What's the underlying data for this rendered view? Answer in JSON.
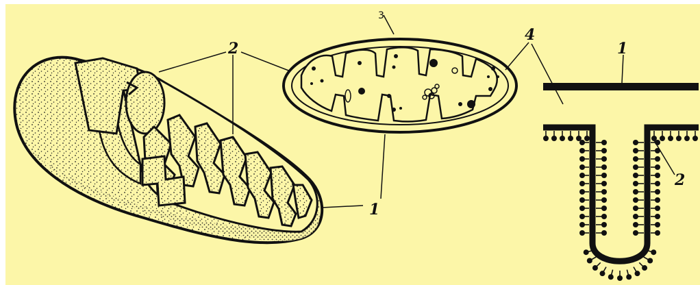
{
  "colors": {
    "background": "#fcf6a8",
    "ink": "#111111",
    "matrix": "#fcf6a8"
  },
  "labels": {
    "cutaway_cristae": "2",
    "section_cristae": "2",
    "section_matrix": "3",
    "section_membranes": "4",
    "cutaway_outer_membrane": "1",
    "membrane_outer": "1",
    "membrane_inner": "2"
  },
  "icons": {
    "cutaway": "mitochondrion-3d-cutaway",
    "section": "mitochondrion-cross-section",
    "detail": "membrane-crista-detail"
  }
}
